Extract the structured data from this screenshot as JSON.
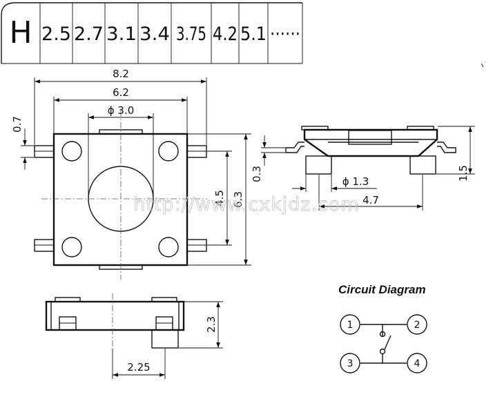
{
  "height_table": {
    "letter": "H",
    "values": [
      "2.5",
      "2.7",
      "3.1",
      "3.4",
      "3.75",
      "4.2",
      "5.1",
      "······"
    ]
  },
  "top_view": {
    "width_outer": "8.2",
    "width_body": "6.2",
    "button_dia": "ϕ 3.0",
    "lead_width": "0.7",
    "pin_pitch": "4.5",
    "body_height": "6.3"
  },
  "side_view": {
    "lead_thickness": "0.3",
    "peg_dia": "ϕ 1.3",
    "peg_pitch": "4.7",
    "standoff": "1.5"
  },
  "bottom_view": {
    "height": "2.3",
    "offset": "2.25"
  },
  "watermark": "http://www.cxkjdz.com",
  "circuit": {
    "title": "Circuit Diagram",
    "pins": [
      "1",
      "2",
      "3",
      "4"
    ]
  }
}
